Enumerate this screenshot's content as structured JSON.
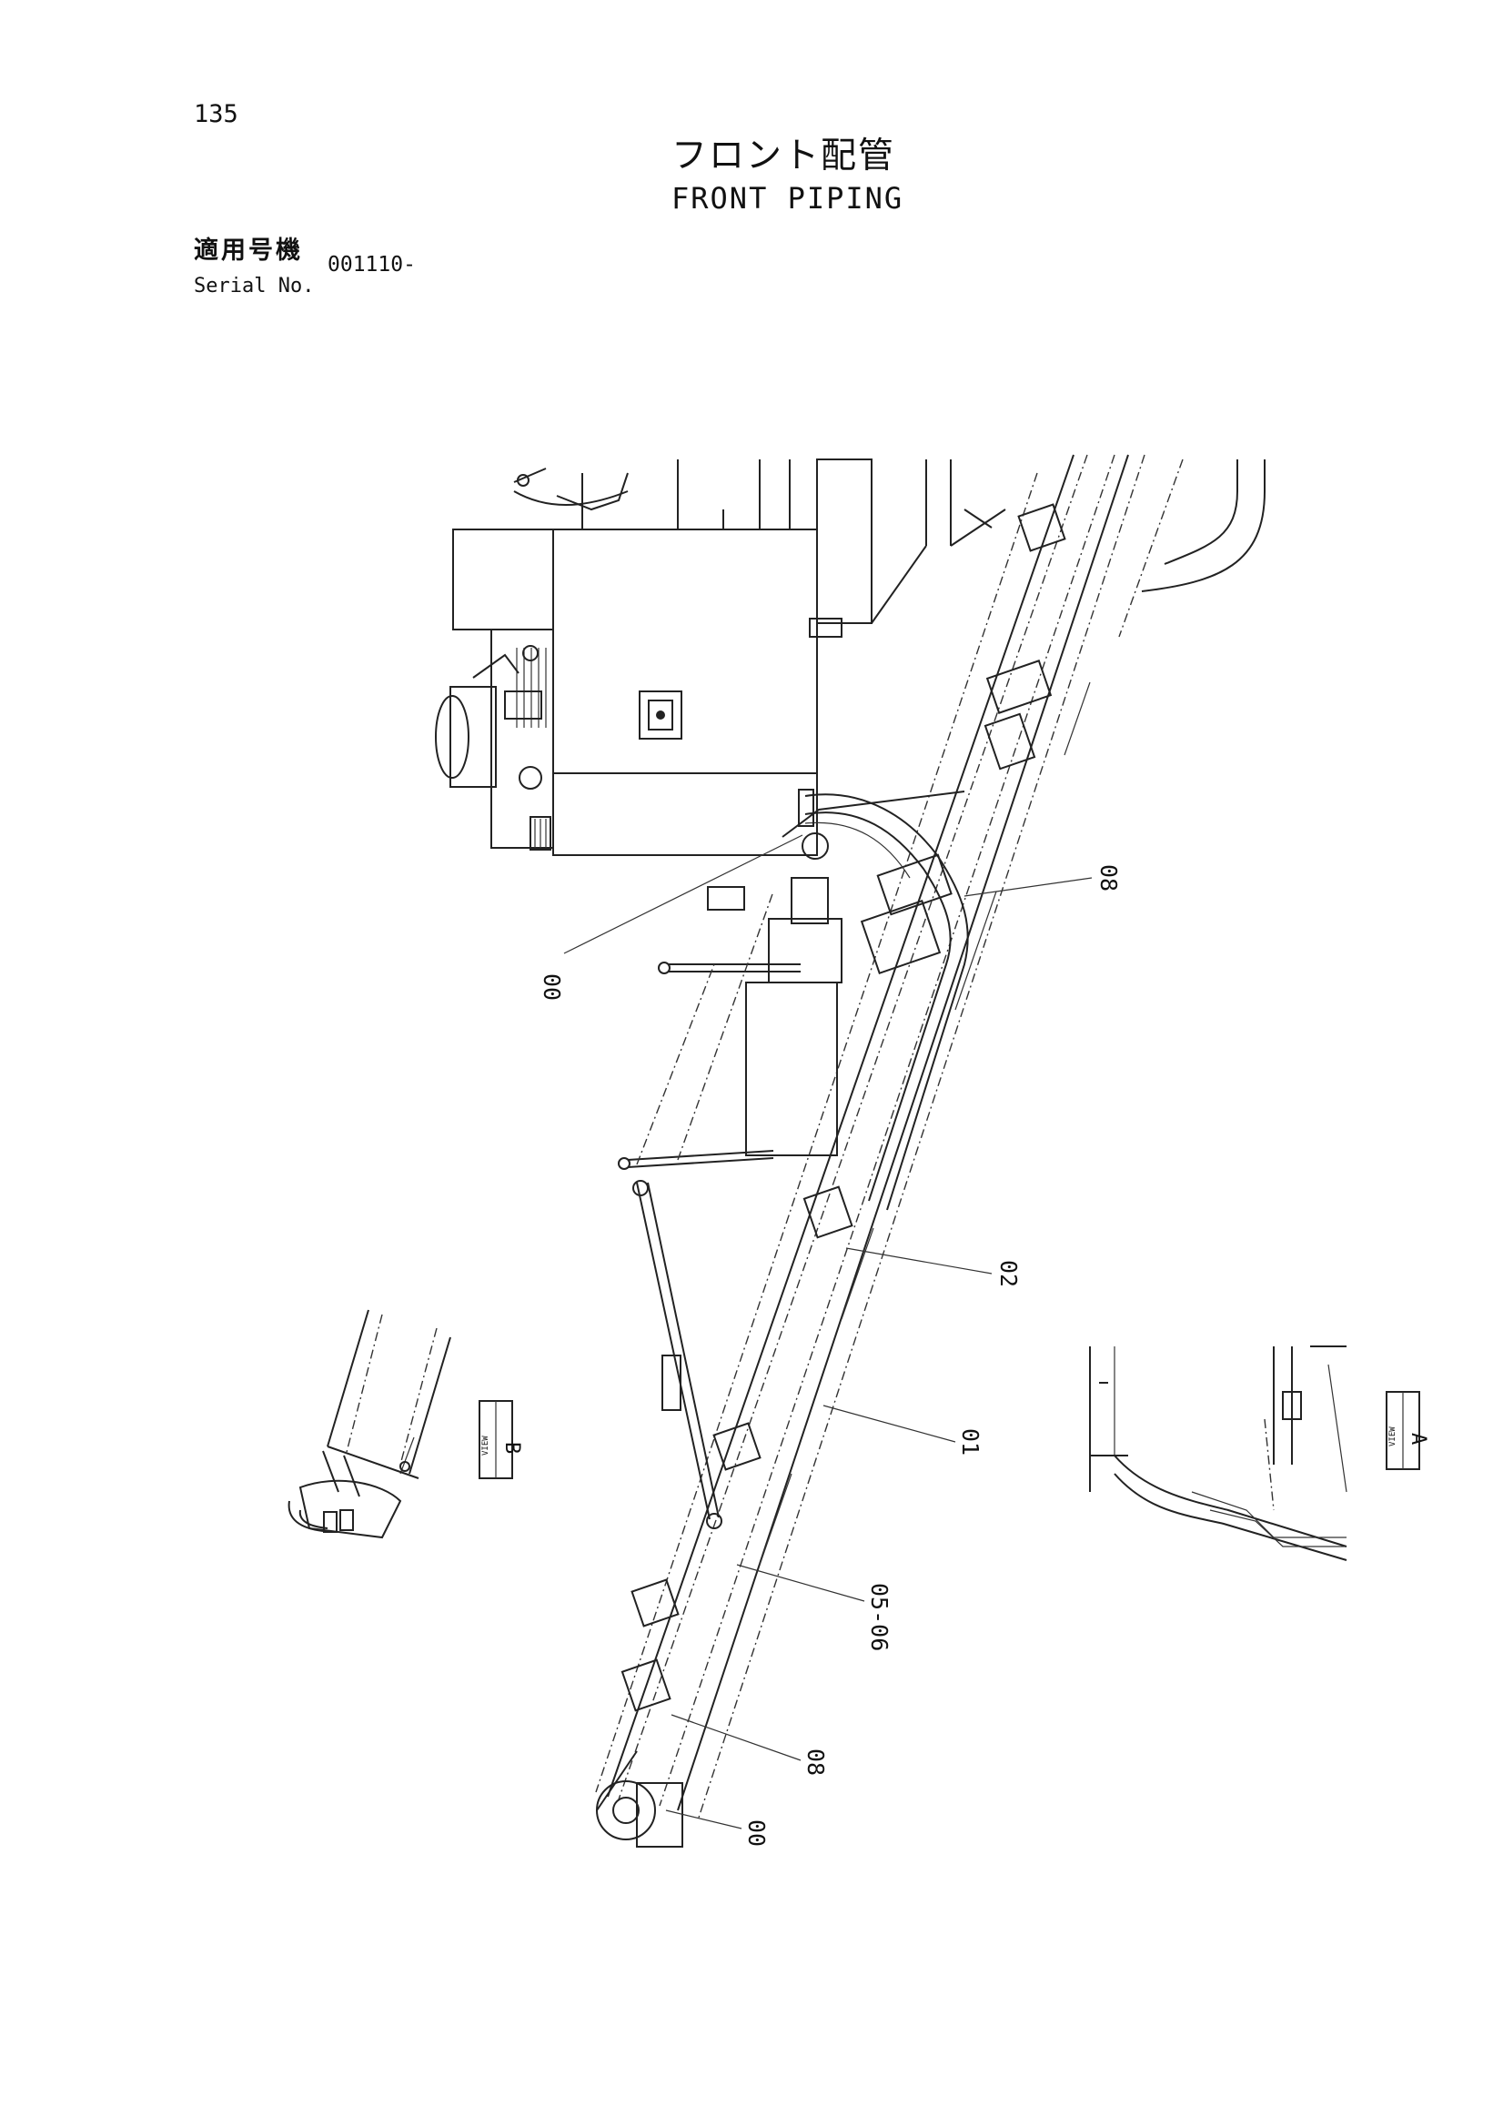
{
  "page_number": "135",
  "title_jp": "フロント配管",
  "title_en": "FRONT PIPING",
  "serial_label_jp": "適用号機",
  "serial_label_en": "Serial No.",
  "serial_value": "001110-",
  "callouts": {
    "c00_upper": "00",
    "c08_upper": "08",
    "c02": "02",
    "c01": "01",
    "c05_06": "05-06",
    "c08_lower": "08",
    "c00_lower": "00"
  },
  "views": {
    "view_b_label": "B",
    "view_b_word": "VIEW",
    "view_a_label": "A",
    "view_a_word": "VIEW"
  }
}
